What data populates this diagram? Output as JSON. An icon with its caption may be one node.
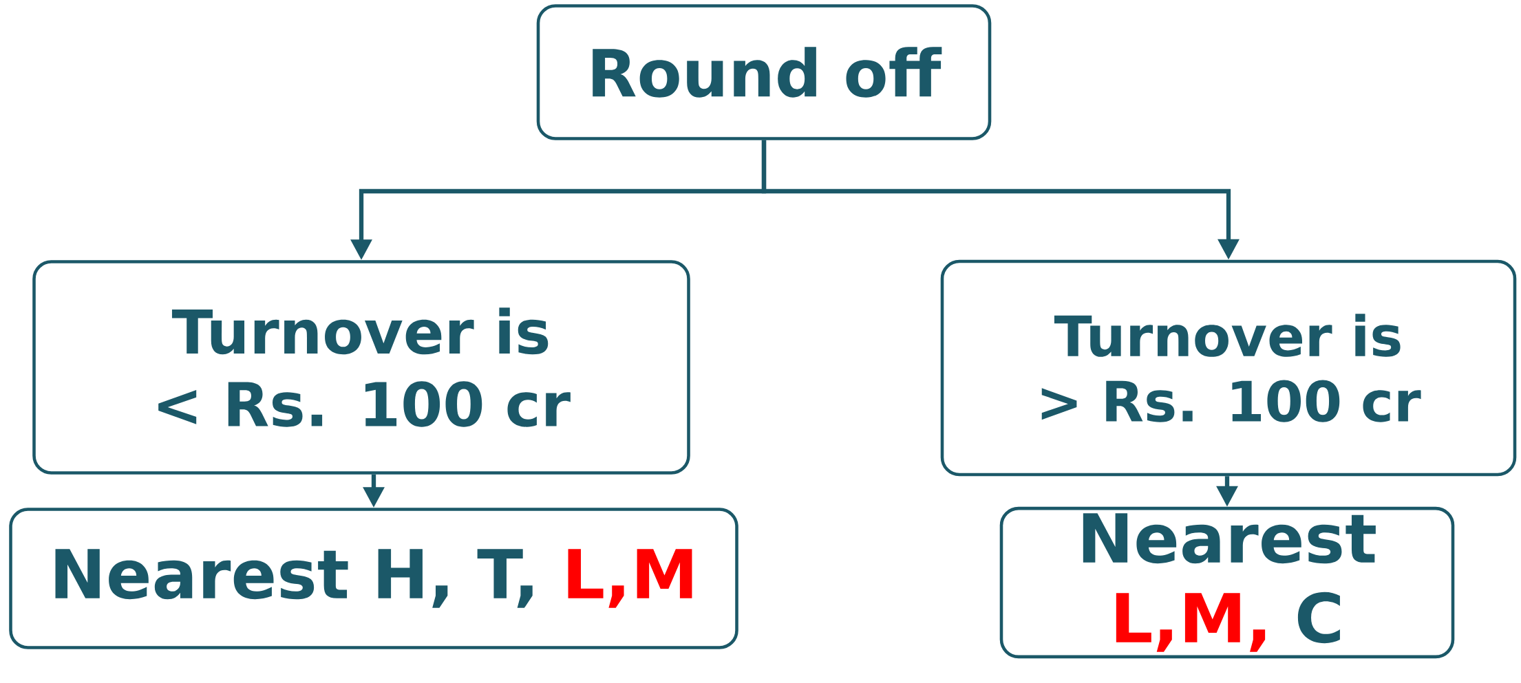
{
  "diagram": {
    "nodes": [
      {
        "text": [
          "Round off"
        ]
      },
      {
        "text": [
          "Turnover is < Rs. 100 cr"
        ]
      },
      {
        "text": [
          "Turnover is > Rs. 100 cr"
        ]
      },
      {
        "text": [
          "Nearest H, T,",
          "L,M"
        ]
      },
      {
        "text": [
          "Nearest",
          "L,M,",
          "C"
        ]
      }
    ],
    "edges": [
      {
        "from": 0,
        "to": 1,
        "arrow": "to"
      },
      {
        "from": 0,
        "to": 2,
        "arrow": "to"
      },
      {
        "from": 1,
        "to": 3,
        "arrow": "to"
      },
      {
        "from": 2,
        "to": 4,
        "arrow": "to"
      }
    ]
  }
}
